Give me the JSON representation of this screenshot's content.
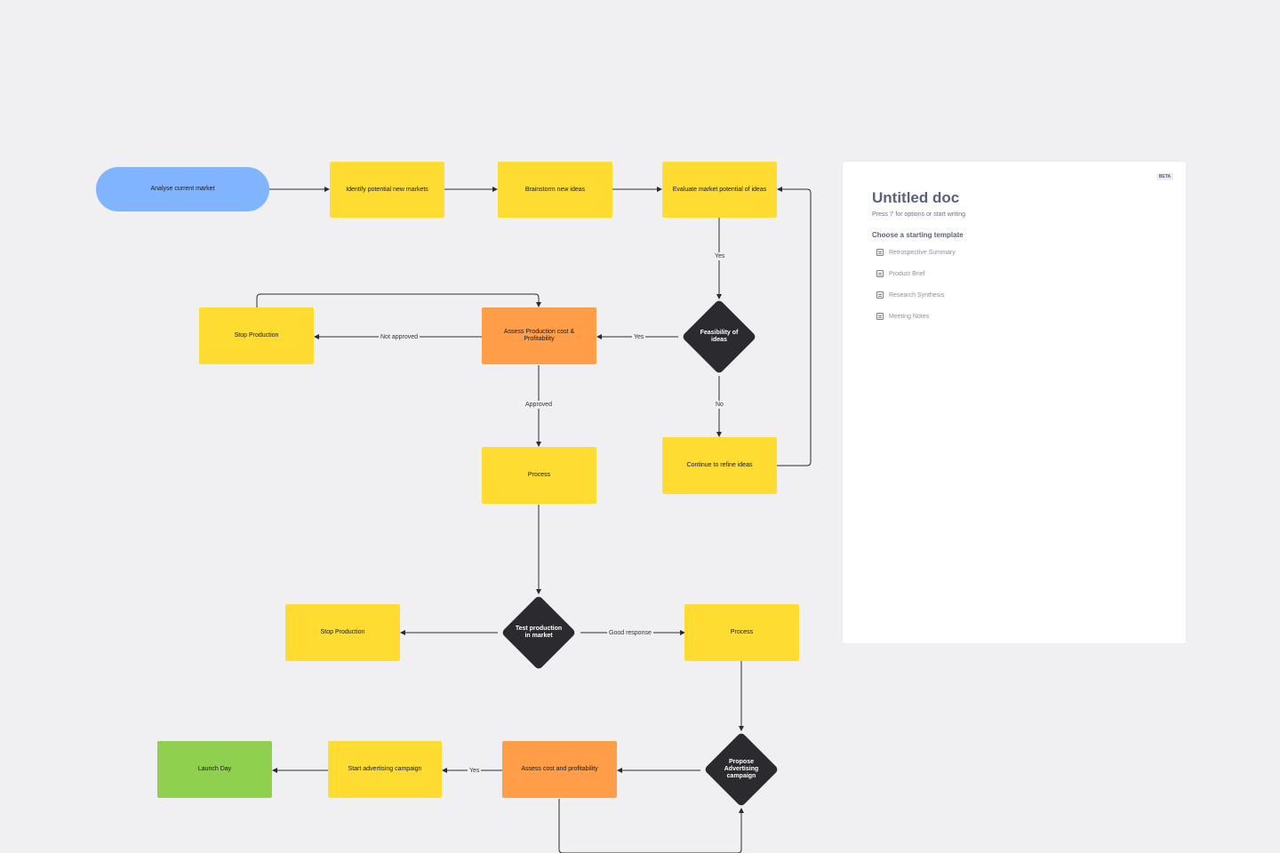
{
  "flowchart": {
    "nodes": {
      "analyse_market": "Analyse current market",
      "identify_markets": "Identify potential new markets",
      "brainstorm": "Brainstorm new ideas",
      "evaluate": "Evaluate market potential of ideas",
      "feasibility": "Feasibility of ideas",
      "assess_production": "Assess Production cost & Profitability",
      "stop_production_1": "Stop Production",
      "refine_ideas": "Continue to refine ideas",
      "process_1": "Process",
      "test_production": "Test production in market",
      "stop_production_2": "Stop Production",
      "process_2": "Process",
      "propose_advertising": "Propose Advertising campaign",
      "assess_cost": "Assess cost and profitability",
      "start_advertising": "Start advertising campaign",
      "launch_day": "Launch Day"
    },
    "edge_labels": {
      "yes_1": "Yes",
      "yes_2": "Yes",
      "no_1": "No",
      "not_approved": "Not approved",
      "approved": "Approved",
      "good_response": "Good response",
      "yes_3": "Yes"
    }
  },
  "doc_panel": {
    "beta": "BETA",
    "title": "Untitled doc",
    "hint": "Press '/' for options or start writing",
    "template_heading": "Choose a starting template",
    "templates": [
      {
        "label": "Retrospective Summary",
        "icon": "document-icon"
      },
      {
        "label": "Product Brief",
        "icon": "document-icon"
      },
      {
        "label": "Research Synthesis",
        "icon": "document-icon"
      },
      {
        "label": "Meeting Notes",
        "icon": "document-icon"
      }
    ]
  },
  "colors": {
    "canvas": "#f0f0f2",
    "yellow": "#ffdc32",
    "orange": "#ff9d48",
    "green": "#8fd14f",
    "blue": "#80b4ff",
    "diamond": "#2b2b2f",
    "connector": "#2b2b2f"
  }
}
